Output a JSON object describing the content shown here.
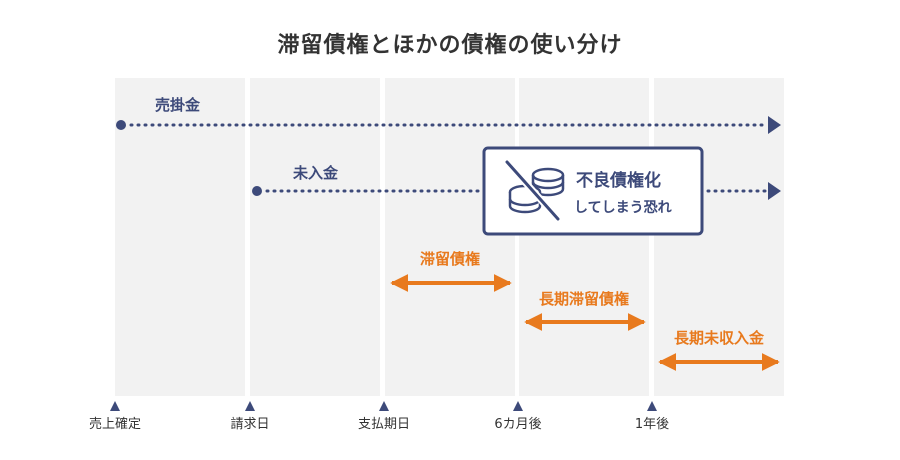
{
  "title": "滞留債権とほかの債権の使い分け",
  "colors": {
    "navy": "#3d4a7a",
    "orange": "#e87a1e",
    "column_bg": "#f2f2f2",
    "text": "#333333"
  },
  "timeline": [
    "売上確定",
    "請求日",
    "支払期日",
    "6カ月後",
    "1年後"
  ],
  "bars": {
    "receivable": "売掛金",
    "unpaid": "未入金",
    "overdue": "滞留債権",
    "long_overdue": "長期滞留債権",
    "long_unpaid": "長期未収入金"
  },
  "warning": {
    "line1": "不良債権化",
    "line2": "してしまう恐れ",
    "icon": "no-coins-icon"
  }
}
